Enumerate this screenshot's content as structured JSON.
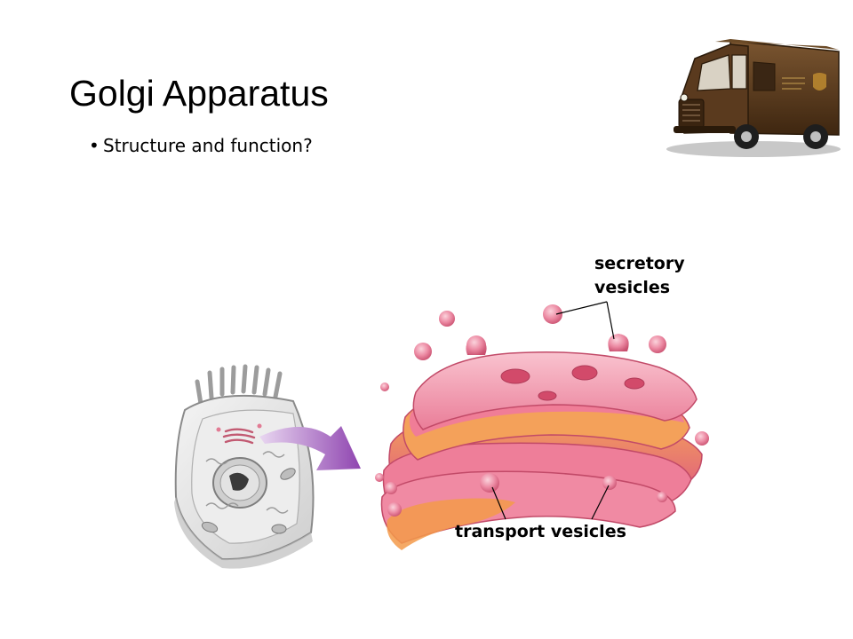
{
  "slide": {
    "title": "Golgi Apparatus",
    "bullet": "Structure and function?"
  },
  "labels": {
    "secretory_line1": "secretory",
    "secretory_line2": "vesicles",
    "transport": "transport vesicles"
  },
  "icons": {
    "truck": "delivery-truck-icon",
    "cell": "animal-cell-illustration",
    "golgi": "golgi-apparatus-illustration",
    "arrow": "purple-curved-arrow"
  },
  "colors": {
    "golgi_pink": "#e86f8c",
    "golgi_light": "#f7b7c6",
    "golgi_orange": "#f39a4a",
    "arrow_purple": "#9a57b8",
    "truck_brown": "#5a3a1e"
  }
}
